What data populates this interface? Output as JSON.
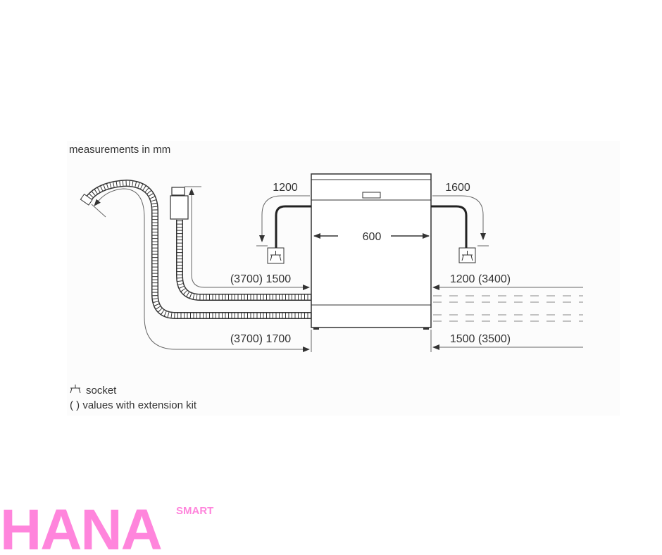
{
  "title": "measurements in mm",
  "dimensions": {
    "width": "600",
    "left_cable": "1200",
    "right_cable": "1600",
    "inlet_hose_left": "(3700) 1500",
    "drain_hose_left": "(3700) 1700",
    "inlet_hose_right": "1200 (3400)",
    "drain_hose_right": "1500 (3500)"
  },
  "legend": {
    "socket": "socket",
    "extension": "( ) values with extension kit"
  },
  "logo": {
    "main": "HANA",
    "sub": "SMART",
    "color": "#ff85dc"
  }
}
